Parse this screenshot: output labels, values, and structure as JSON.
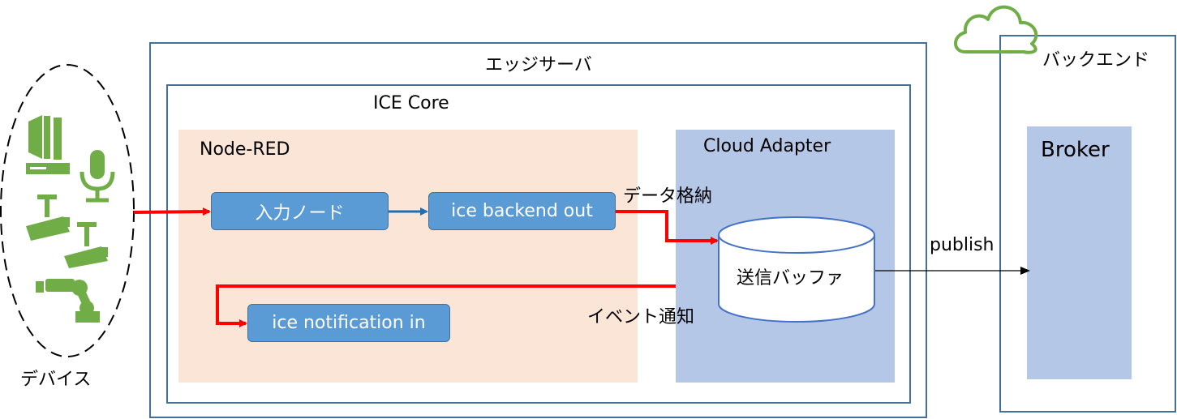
{
  "labels": {
    "edge_server": "エッジサーバ",
    "ice_core": "ICE Core",
    "node_red": "Node-RED",
    "cloud_adapter": "Cloud Adapter",
    "backend": "バックエンド",
    "broker": "Broker",
    "devices": "デバイス",
    "store_data": "データ格納",
    "event_notify": "イベント通知",
    "publish": "publish"
  },
  "nodes": {
    "input_node": "入力ノード",
    "ice_backend_out": "ice backend out",
    "ice_notification_in": "ice notification in",
    "send_buffer": "送信バッファ"
  },
  "colors": {
    "frame_border": "#41719c",
    "node_fill": "#5b9bd5",
    "nodered_bg": "#fbe5d6",
    "adapter_bg": "#b4c7e7",
    "red_arrow": "#ff0000",
    "blue_arrow": "#1f6fb5",
    "cloud_green": "#70ad47",
    "device_green": "#70ad47"
  },
  "icons": [
    "speaker-icon",
    "microphone-icon",
    "camera-icon",
    "camera-icon",
    "robot-arm-icon",
    "cloud-icon"
  ]
}
